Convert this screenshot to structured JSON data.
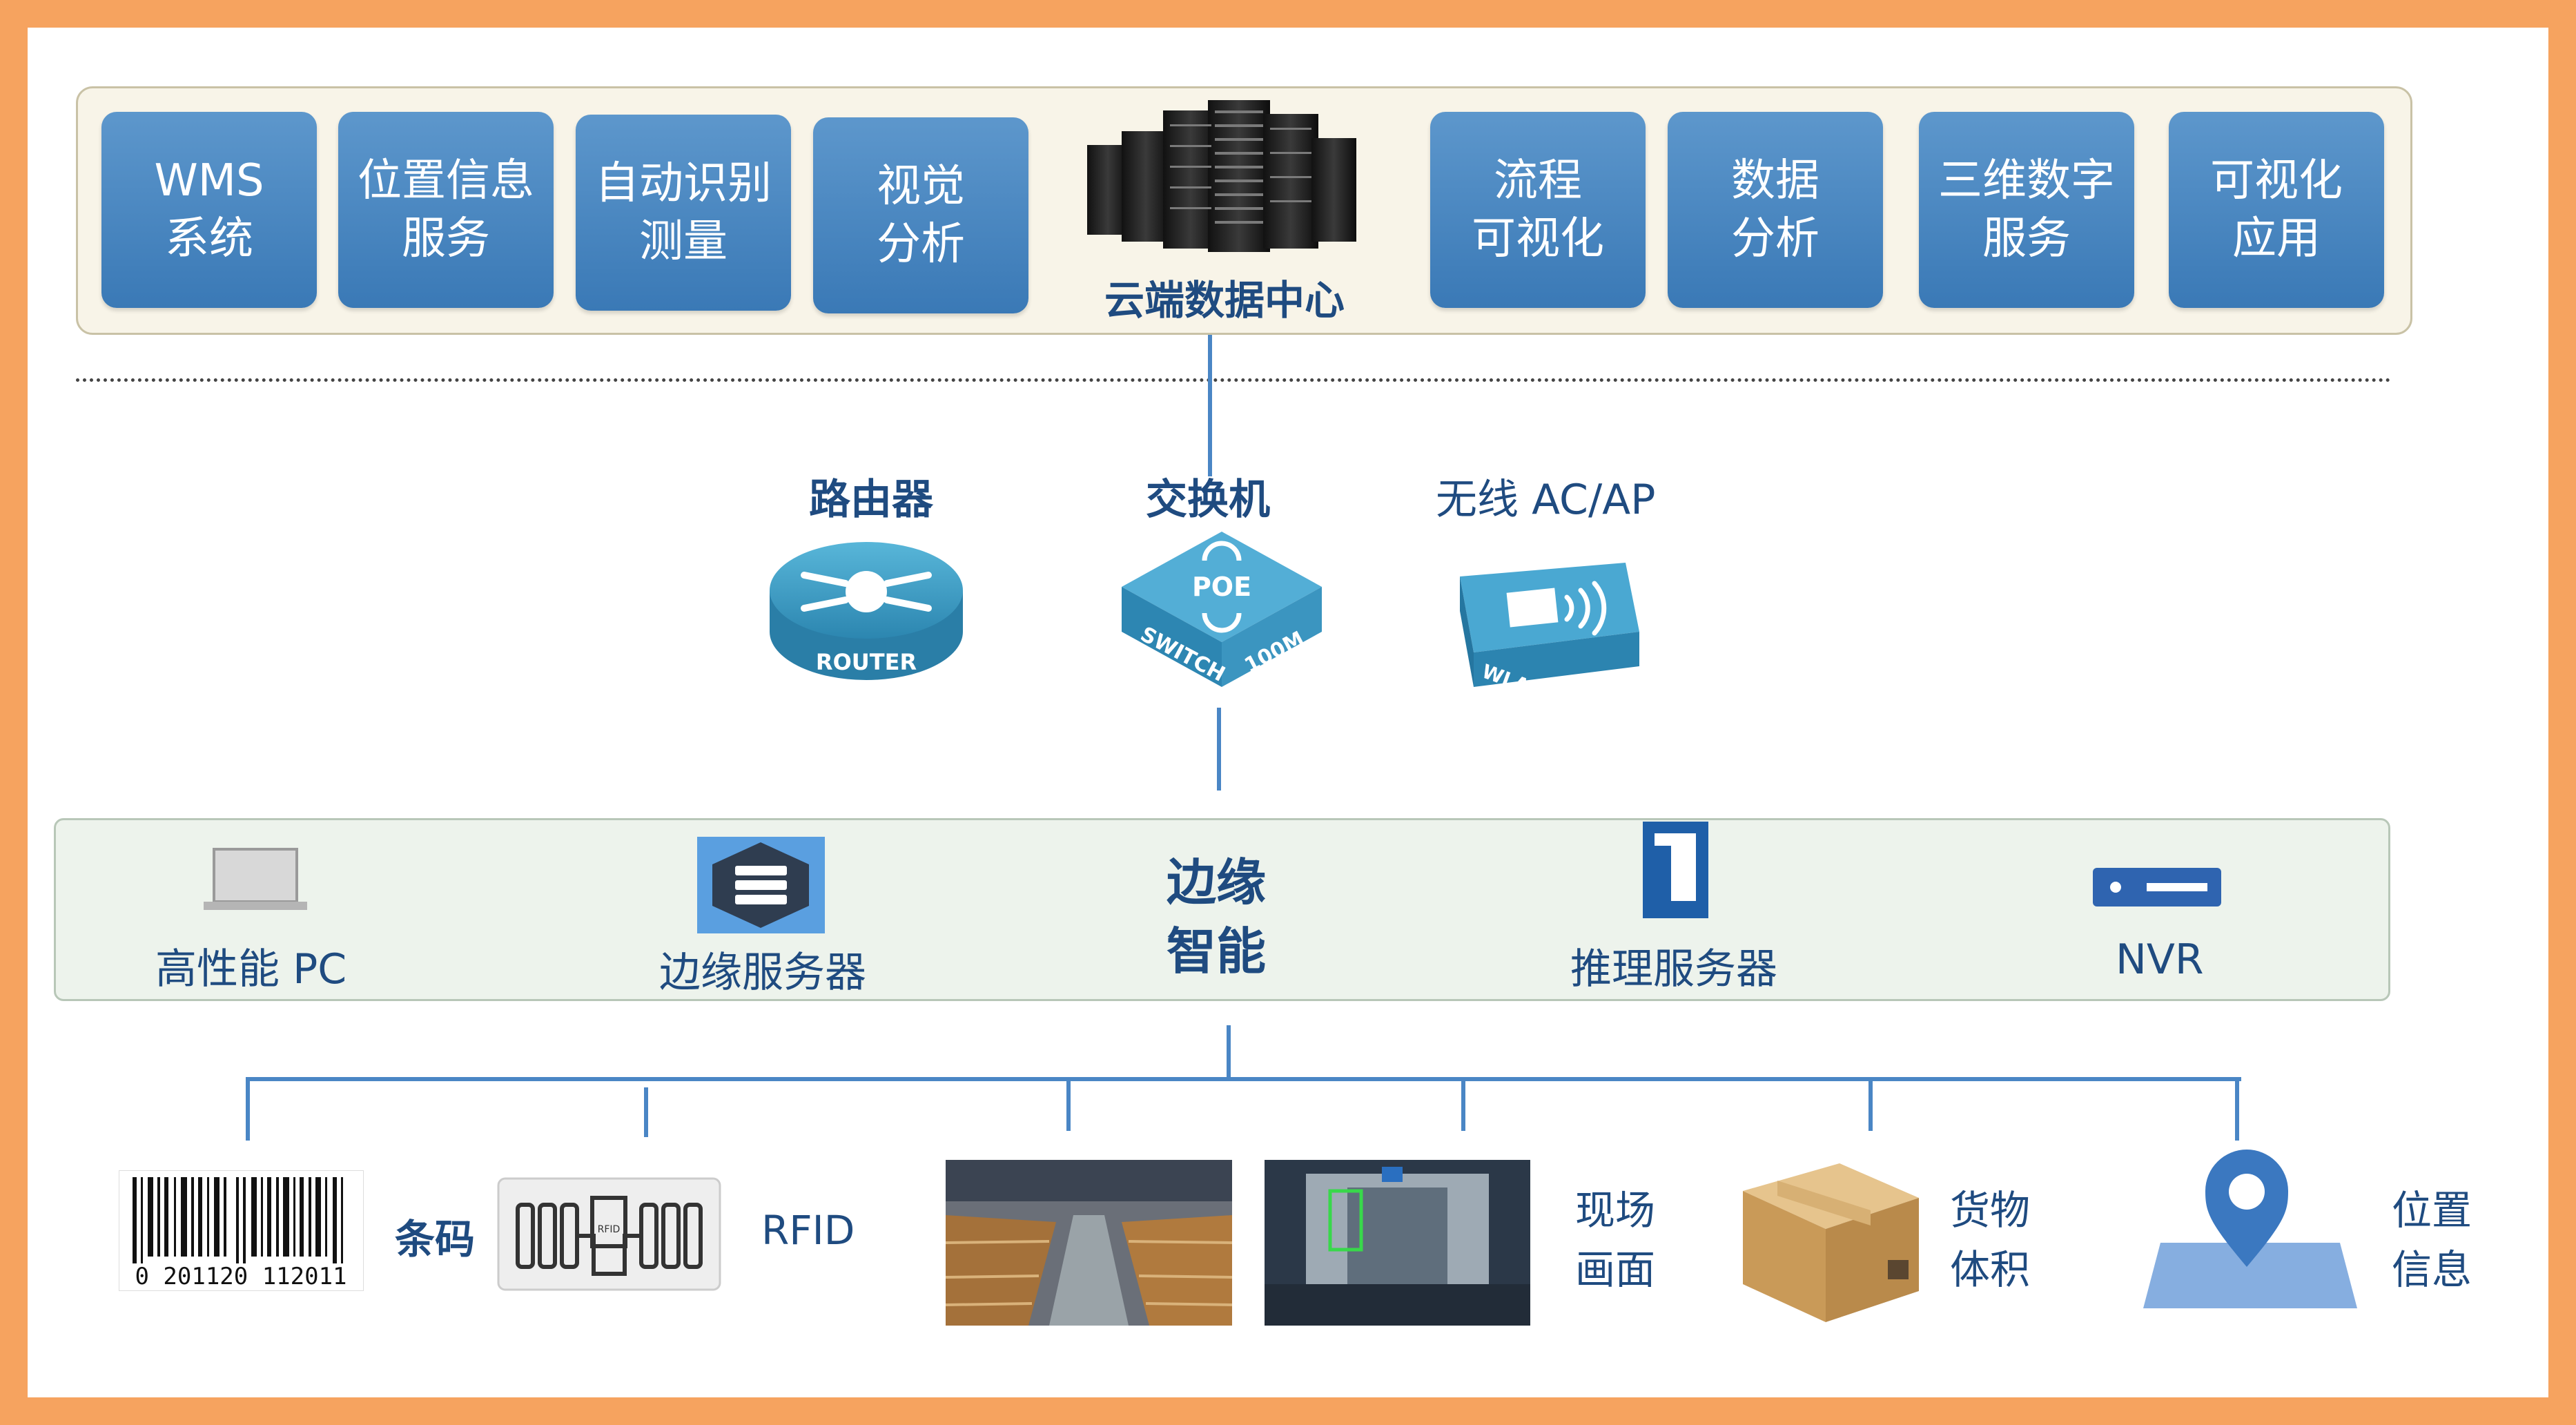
{
  "cloud": {
    "tiles_left": [
      "WMS\n系统",
      "位置信息\n服务",
      "自动识别\n测量",
      "视觉\n分析"
    ],
    "center_label": "云端数据中心",
    "tiles_right": [
      "流程\n可视化",
      "数据\n分析",
      "三维数字\n服务",
      "可视化\n应用"
    ]
  },
  "network": {
    "router": {
      "label": "路由器",
      "badge": "ROUTER"
    },
    "switch": {
      "label": "交换机",
      "badge_top": "POE",
      "badge_left": "SWITCH",
      "badge_right": "100M"
    },
    "wireless": {
      "label": "无线 AC/AP",
      "badge": "WLAN"
    }
  },
  "edge": {
    "title": "边缘\n智能",
    "items": [
      "高性能 PC",
      "边缘服务器",
      "推理服务器",
      "NVR"
    ]
  },
  "devices": {
    "barcode_number": "0 201120 112011",
    "barcode_label": "条码",
    "rfid_tag_text": "RFID",
    "rfid_label": "RFID",
    "scene_label": "现场\n画面",
    "cargo_label": "货物\n体积",
    "location_label": "位置\n信息"
  },
  "colors": {
    "frame": "#f6a35f",
    "tile": "#3f7fbc",
    "text": "#1f4b80",
    "line": "#4a86c5"
  }
}
